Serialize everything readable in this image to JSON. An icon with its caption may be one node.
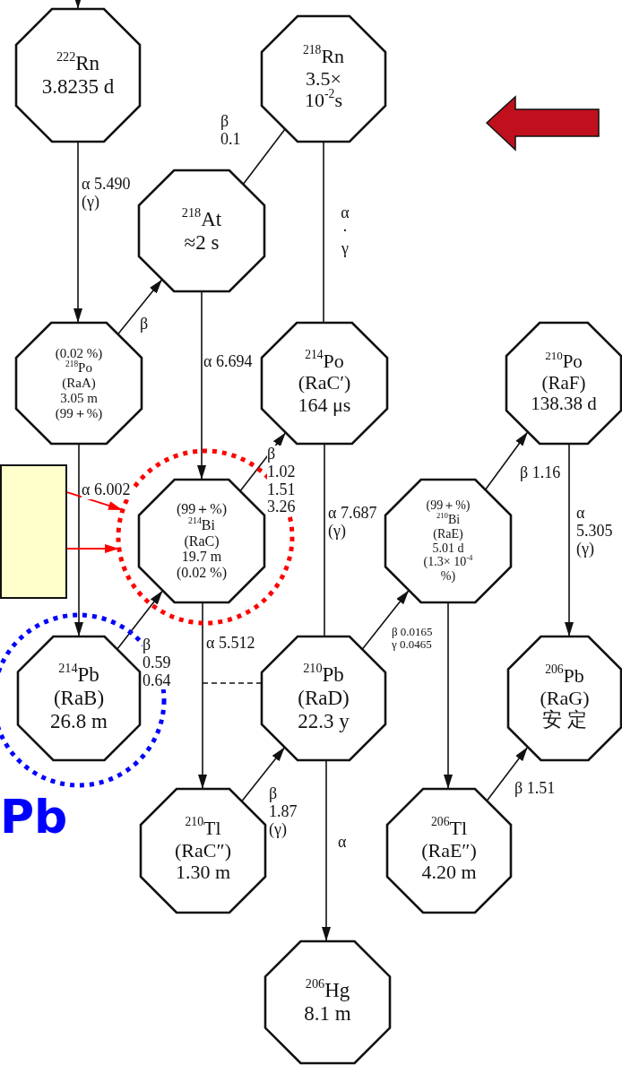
{
  "diagram": {
    "nodes": [
      {
        "text": [
          "$^{222}$Rn",
          "3.8235 d"
        ]
      },
      {
        "text": [
          "$^{218}$Rn",
          "3.5× 10$^{-2}$s"
        ]
      },
      {
        "text": [
          "$^{218}$At",
          "≈2 s"
        ]
      },
      {
        "text": [
          "(0.02 %)",
          "$^{218}$Po",
          "(RaA)",
          "3.05 m",
          "(99＋%)"
        ]
      },
      {
        "text": [
          "$^{214}$Po",
          "(RaC′)",
          "164 μs"
        ]
      },
      {
        "text": [
          "$^{210}$Po",
          "(RaF)",
          "138.38 d"
        ]
      },
      {
        "text": [],
        "shape": "box"
      },
      {
        "text": [],
        "shape": "circle"
      },
      {
        "text": [
          "(99＋%)",
          "$^{214}$Bi",
          "(RaC)",
          "19.7 m",
          "(0.02 %)"
        ],
        "in": 7
      },
      {
        "text": [
          "(99＋%)",
          "$^{210}$Bi",
          "(RaE)",
          "5.01 d",
          "(1.3× 10$^{-4}$ %)"
        ]
      },
      {
        "text": [],
        "shape": "circle"
      },
      {
        "text": [
          "$^{214}$Pb",
          "(RaB)",
          "26.8 m"
        ],
        "in": 10
      },
      {
        "text": [
          "$^{210}$Pb",
          "(RaD)",
          "22.3 y"
        ]
      },
      {
        "text": [
          "$^{206}$Pb",
          "(RaG)",
          "安 定"
        ]
      },
      {
        "text": [
          "$^{210}$Tl",
          "(RaC″)",
          "1.30 m"
        ]
      },
      {
        "text": [
          "$^{206}$Tl",
          "(RaE″)",
          "4.20 m"
        ]
      },
      {
        "text": [
          "$^{206}$Hg",
          "8.1 m"
        ]
      }
    ],
    "edges": [
      {
        "from": null,
        "to": 0,
        "arrow": "to"
      },
      {
        "from": 0,
        "to": 3,
        "arrow": "to",
        "label": "α 5.490 (γ)"
      },
      {
        "from": 1,
        "to": 2,
        "arrow": "none",
        "label": "β 0.1"
      },
      {
        "from": 1,
        "to": 4,
        "arrow": "none",
        "label": "α · γ"
      },
      {
        "from": 3,
        "to": 2,
        "arrow": "to",
        "label": "β"
      },
      {
        "from": 2,
        "to": 8,
        "arrow": "to",
        "label": "α 6.694"
      },
      {
        "from": 3,
        "to": 11,
        "arrow": "to",
        "label": "α 6.002"
      },
      {
        "from": 11,
        "to": 8,
        "arrow": "to",
        "label": "β 0.59 0.64"
      },
      {
        "from": 8,
        "to": 4,
        "arrow": "to",
        "label": "β 1.02 1.51 3.26"
      },
      {
        "from": 8,
        "to": 14,
        "arrow": "to",
        "label": "α 5.512"
      },
      {
        "from": null,
        "to": 12,
        "arrow": "none",
        "style": "dashed"
      },
      {
        "from": 4,
        "to": 12,
        "arrow": "none",
        "label": "α 7.687 (γ)"
      },
      {
        "from": 14,
        "to": 12,
        "arrow": "to",
        "label": "β 1.87 (γ)"
      },
      {
        "from": 12,
        "to": 16,
        "arrow": "to",
        "label": "α"
      },
      {
        "from": 12,
        "to": 9,
        "arrow": "to",
        "label": "β 0.0165 γ 0.0465"
      },
      {
        "from": 9,
        "to": 5,
        "arrow": "to",
        "label": "β 1.16"
      },
      {
        "from": 9,
        "to": 15,
        "arrow": "to"
      },
      {
        "from": 5,
        "to": 13,
        "arrow": "to",
        "label": "α 5.305 (γ)"
      },
      {
        "from": 15,
        "to": 13,
        "arrow": "to",
        "label": "β 1.51"
      },
      {
        "from": 6,
        "to": 7,
        "arrow": "to",
        "color": "#ff0000"
      },
      {
        "from": 6,
        "to": 7,
        "arrow": "to",
        "color": "#ff0000"
      }
    ],
    "labels": [
      "Pb"
    ]
  }
}
